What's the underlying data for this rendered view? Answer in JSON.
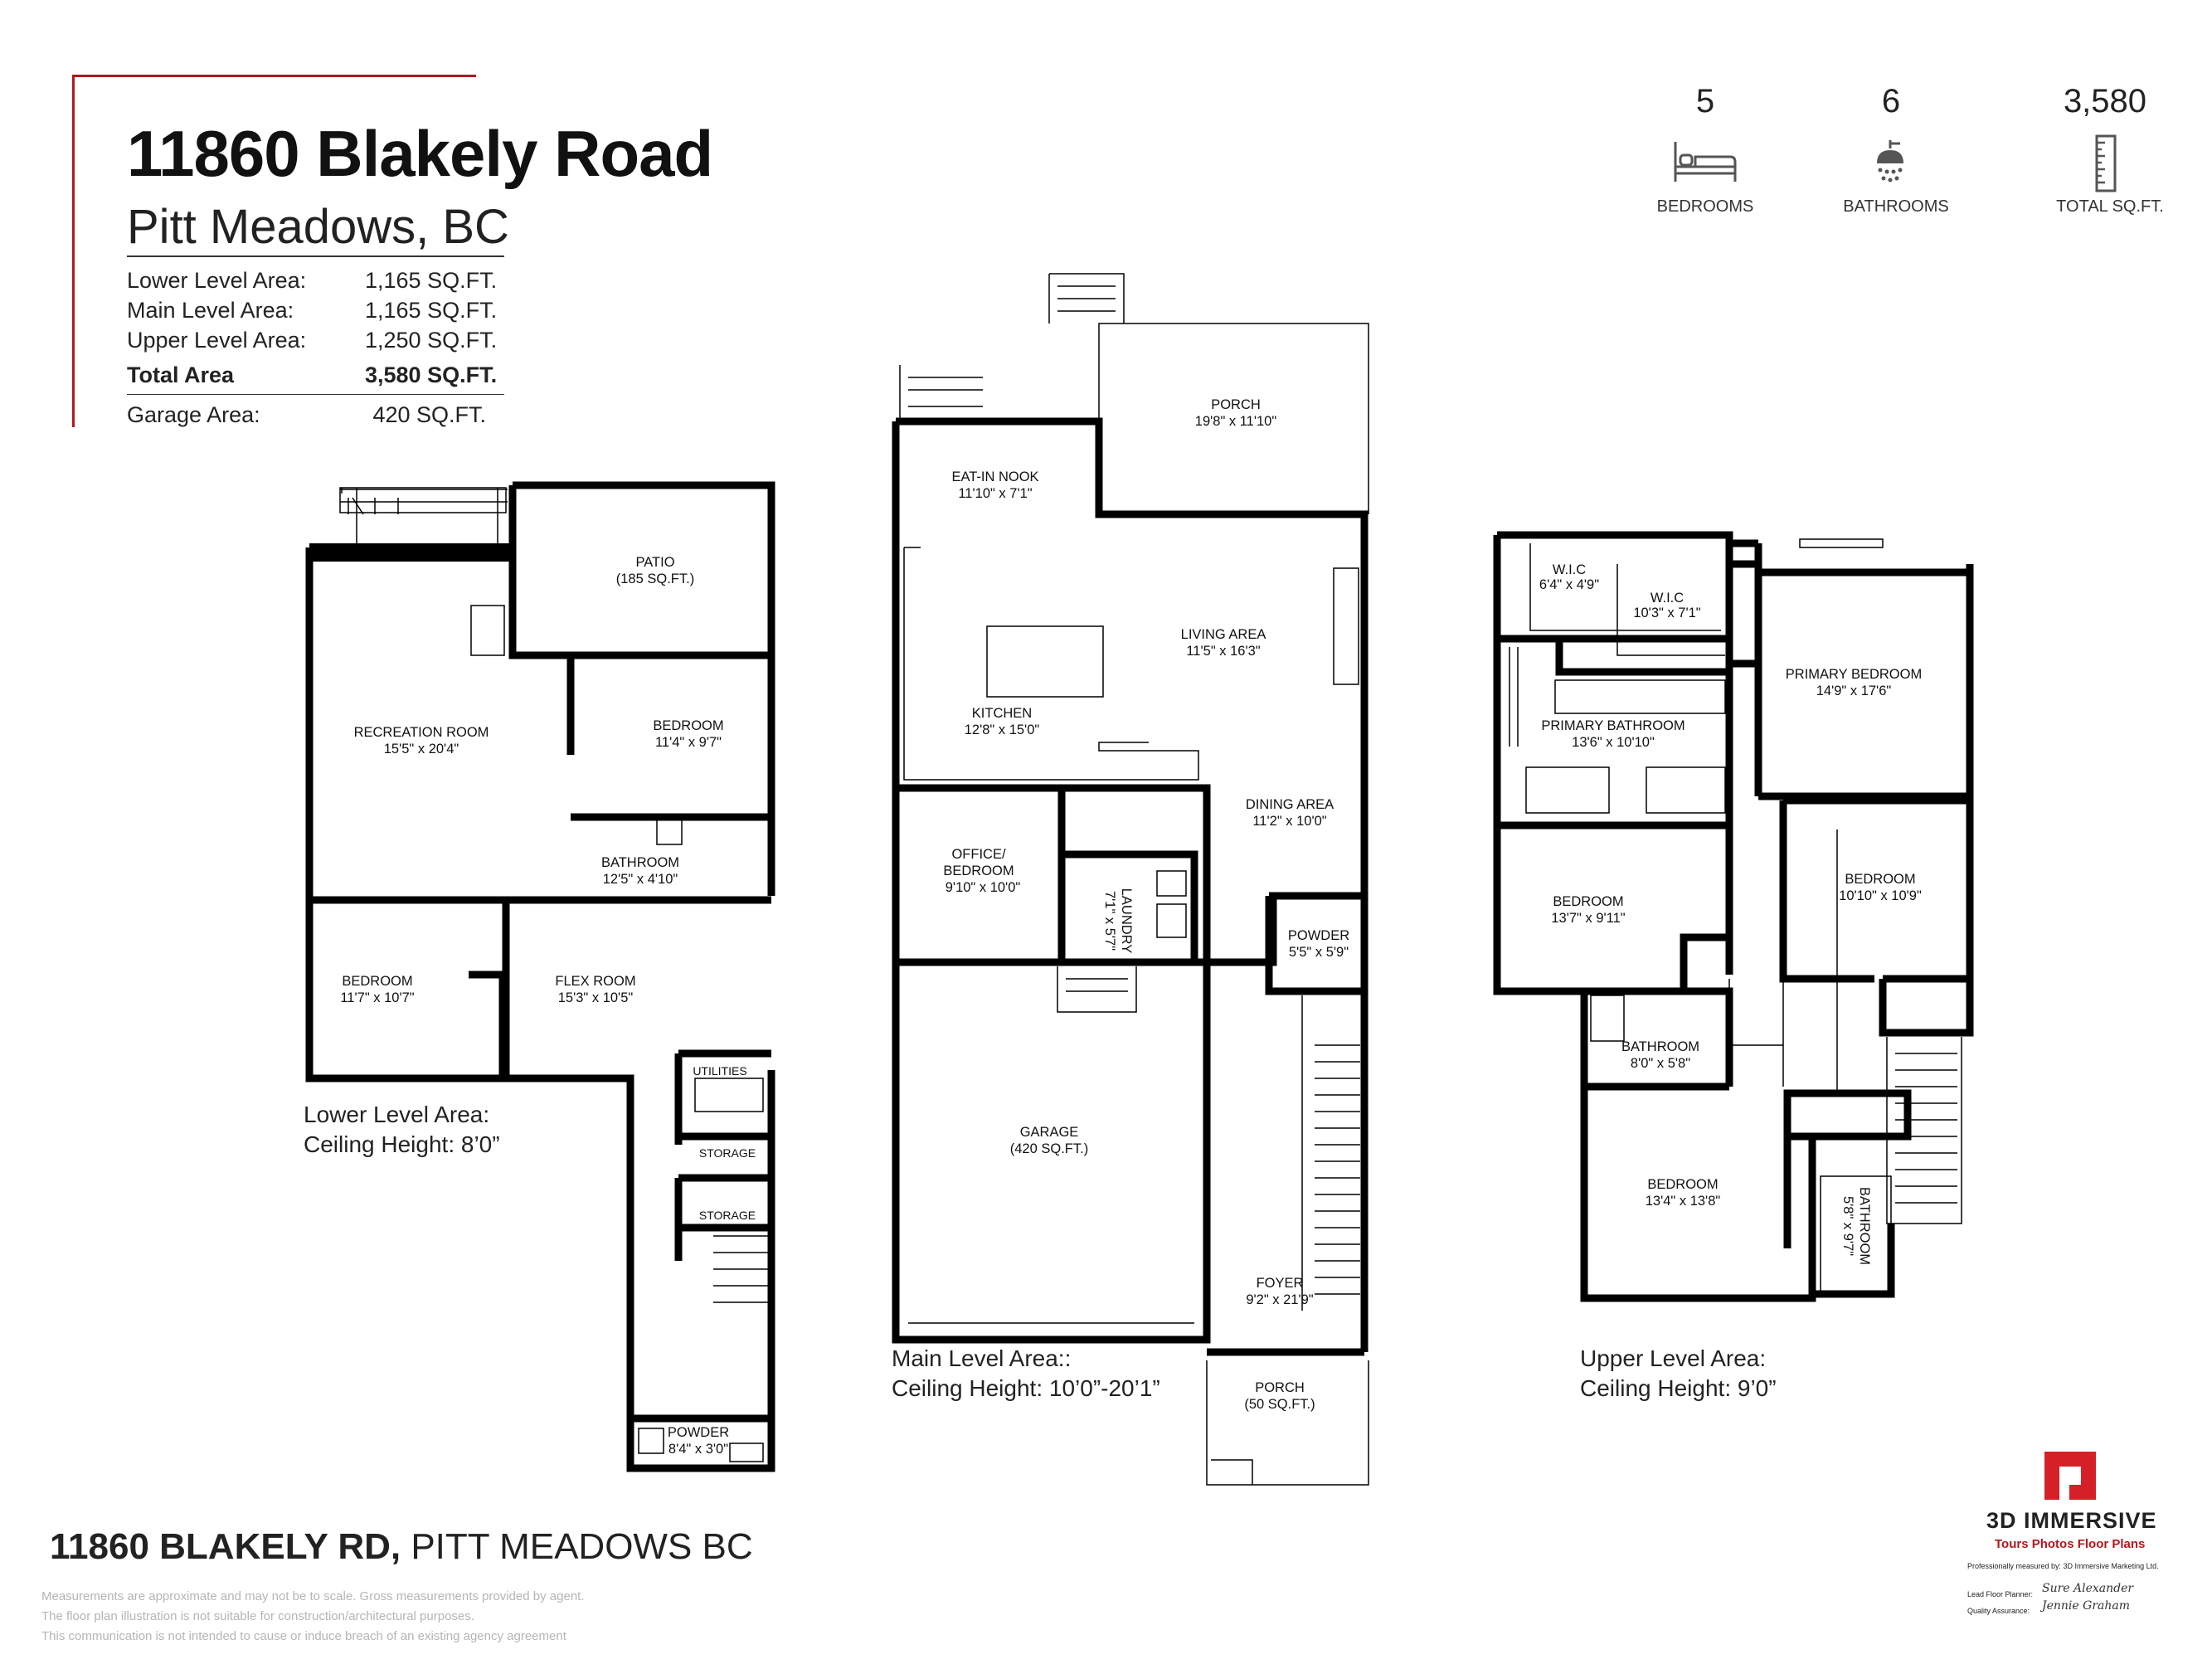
{
  "header": {
    "address": "11860 Blakely Road",
    "city": "Pitt Meadows, BC",
    "areas": [
      {
        "label": "Lower Level Area:",
        "value": "1,165 SQ.FT."
      },
      {
        "label": "Main Level Area:",
        "value": "1,165 SQ.FT."
      },
      {
        "label": "Upper Level Area:",
        "value": "1,250 SQ.FT."
      }
    ],
    "total": {
      "label": "Total Area",
      "value": "3,580  SQ.FT."
    },
    "garage": {
      "label": "Garage Area:",
      "value": "420 SQ.FT."
    }
  },
  "stats": [
    {
      "value": "5",
      "label": "BEDROOMS",
      "icon": "bed-icon"
    },
    {
      "value": "6",
      "label": "BATHROOMS",
      "icon": "shower-icon"
    },
    {
      "value": "3,580",
      "label": "TOTAL SQ.FT.",
      "icon": "ruler-icon"
    }
  ],
  "lower": {
    "caption1": "Lower Level Area:",
    "caption2": "Ceiling Height: 8’0”",
    "rooms": [
      {
        "name": "PATIO",
        "dim": "(185 SQ.FT.)"
      },
      {
        "name": "RECREATION ROOM",
        "dim": "15'5\" x 20'4\""
      },
      {
        "name": "BEDROOM",
        "dim": "11'4\" x 9'7\""
      },
      {
        "name": "BATHROOM",
        "dim": "12'5\" x 4'10\""
      },
      {
        "name": "BEDROOM",
        "dim": "11'7\" x 10'7\""
      },
      {
        "name": "FLEX ROOM",
        "dim": "15'3\" x 10'5\""
      },
      {
        "name": "UTILITIES",
        "dim": ""
      },
      {
        "name": "STORAGE",
        "dim": ""
      },
      {
        "name": "STORAGE",
        "dim": ""
      },
      {
        "name": "POWDER",
        "dim": "8'4\" x 3'0\""
      }
    ]
  },
  "main": {
    "caption1": "Main Level Area::",
    "caption2": "Ceiling Height: 10’0”-20’1”",
    "rooms": [
      {
        "name": "PORCH",
        "dim": "19'8\" x 11'10\""
      },
      {
        "name": "EAT-IN NOOK",
        "dim": "11'10\" x 7'1\""
      },
      {
        "name": "LIVING AREA",
        "dim": "11'5\" x 16'3\""
      },
      {
        "name": "KITCHEN",
        "dim": "12'8\" x 15'0\""
      },
      {
        "name": "DINING AREA",
        "dim": "11'2\" x 10'0\""
      },
      {
        "name": "OFFICE/",
        "dim": "BEDROOM"
      },
      {
        "name": "9'10\" x 10'0\"",
        "dim": ""
      },
      {
        "name": "LAUNDRY",
        "dim": "7'1\" x 5'7\""
      },
      {
        "name": "POWDER",
        "dim": "5'5\" x 5'9\""
      },
      {
        "name": "GARAGE",
        "dim": "(420 SQ.FT.)"
      },
      {
        "name": "FOYER",
        "dim": "9'2\" x 21'9\""
      },
      {
        "name": "PORCH",
        "dim": "(50 SQ.FT.)"
      }
    ]
  },
  "upper": {
    "caption1": "Upper Level Area:",
    "caption2": "Ceiling Height: 9’0”",
    "rooms": [
      {
        "name": "W.I.C",
        "dim": "6'4\" x 4'9\""
      },
      {
        "name": "W.I.C",
        "dim": "10'3\" x 7'1\""
      },
      {
        "name": "PRIMARY BEDROOM",
        "dim": "14'9\" x 17'6\""
      },
      {
        "name": "PRIMARY BATHROOM",
        "dim": "13'6\" x 10'10\""
      },
      {
        "name": "BEDROOM",
        "dim": "13'7\" x 9'11\""
      },
      {
        "name": "BEDROOM",
        "dim": "10'10\" x 10'9\""
      },
      {
        "name": "BATHROOM",
        "dim": "8'0\" x 5'8\""
      },
      {
        "name": "BEDROOM",
        "dim": "13'4\" x 13'8\""
      },
      {
        "name": "BATHROOM",
        "dim": "5'8\" x 9'7\""
      }
    ]
  },
  "footer": {
    "address_bold": "11860 BLAKELY RD,",
    "address_rest": "PITT MEADOWS BC",
    "disclaimers": [
      "Measurements are approximate and may not be to scale. Gross measurements provided by agent.",
      "The floor plan illustration is not suitable for construction/architectural purposes.",
      "This communication is not intended to cause or induce breach of an existing agency agreement"
    ]
  },
  "brand": {
    "name": "3D IMMERSIVE",
    "tagline": "Tours  Photos  Floor Plans",
    "measured_by": "Professionally measured by: 3D Immersive Marketing Ltd.",
    "lead_label": "Lead Floor Planner:",
    "lead_sig": "Sure Alexander",
    "qa_label": "Quality Assurance:",
    "qa_sig": "Jennie Graham",
    "accent": "#d62027"
  }
}
